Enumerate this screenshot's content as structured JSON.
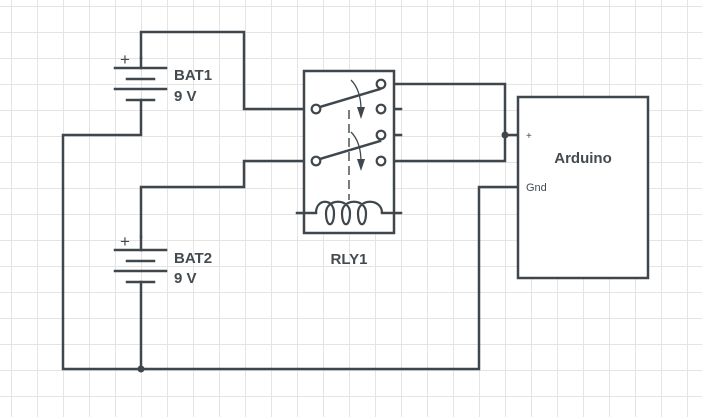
{
  "diagram": {
    "type": "circuit-schematic",
    "colors": {
      "wire": "#3f474d",
      "grid": "#e4e4e4",
      "background": "#ffffff",
      "text": "#444b50"
    },
    "components": {
      "bat1": {
        "designator": "BAT1",
        "value": "9 V",
        "polarity_mark": "+"
      },
      "bat2": {
        "designator": "BAT2",
        "value": "9 V",
        "polarity_mark": "+"
      },
      "relay": {
        "designator": "RLY1"
      },
      "arduino": {
        "title": "Arduino",
        "pins": {
          "plus": "+",
          "gnd": "Gnd"
        }
      }
    }
  }
}
